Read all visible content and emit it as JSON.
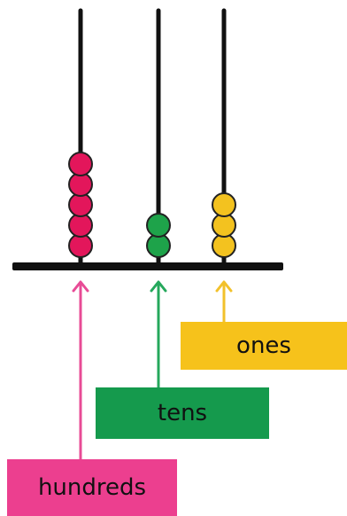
{
  "labels": {
    "hundreds": "hundreds",
    "tens": "tens",
    "ones": "ones"
  },
  "rods": [
    {
      "place": "hundreds",
      "beads": 5,
      "bead_color": "#e3165b",
      "arrow_color": "#e84b96"
    },
    {
      "place": "tens",
      "beads": 2,
      "bead_color": "#1ea34a",
      "arrow_color": "#25a85c"
    },
    {
      "place": "ones",
      "beads": 3,
      "bead_color": "#f3c21f",
      "arrow_color": "#f2c12b"
    }
  ],
  "colors": {
    "rod": "#111111",
    "base": "#111111",
    "bead_outline": "#222222",
    "ones_box": "#f6c21b",
    "tens_box": "#159a4d",
    "hundreds_box": "#ec3f8f"
  }
}
